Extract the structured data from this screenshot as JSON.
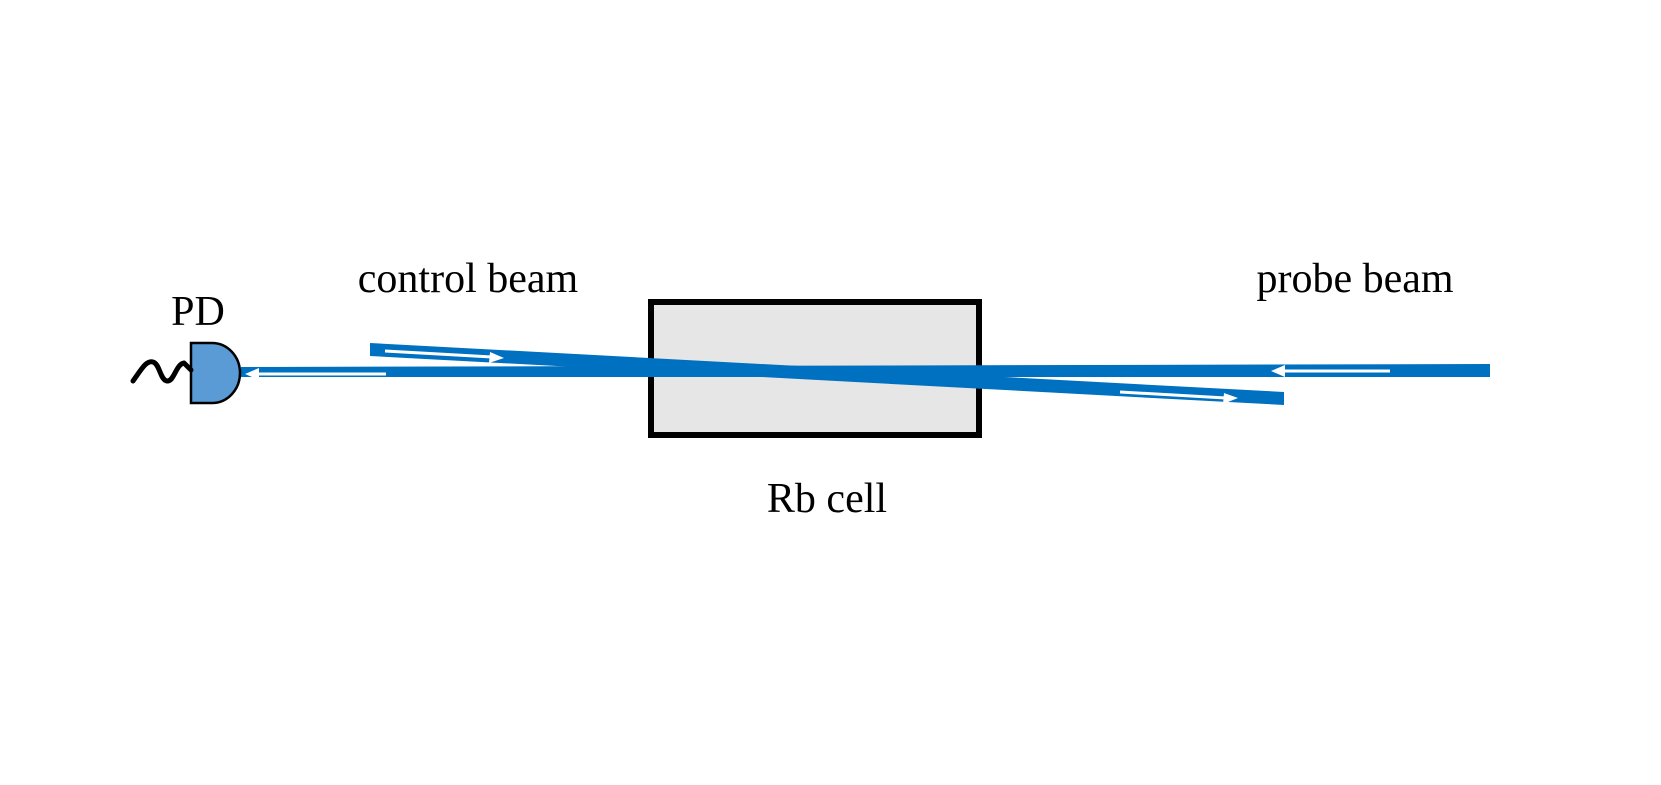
{
  "labels": {
    "photodetector": "PD",
    "control_beam": "control beam",
    "probe_beam": "probe beam",
    "cell": "Rb cell"
  },
  "colors": {
    "background": "#ffffff",
    "beam": "#0070c0",
    "detector_fill": "#5b9bd5",
    "cell_fill": "#e6e6e6",
    "cell_stroke": "#000000",
    "direction_arrow": "#ffffff",
    "wire": "#000000"
  },
  "icons": {
    "detector": "photodiode-icon",
    "wire": "signal-wire-icon",
    "direction": "arrow-icon"
  }
}
